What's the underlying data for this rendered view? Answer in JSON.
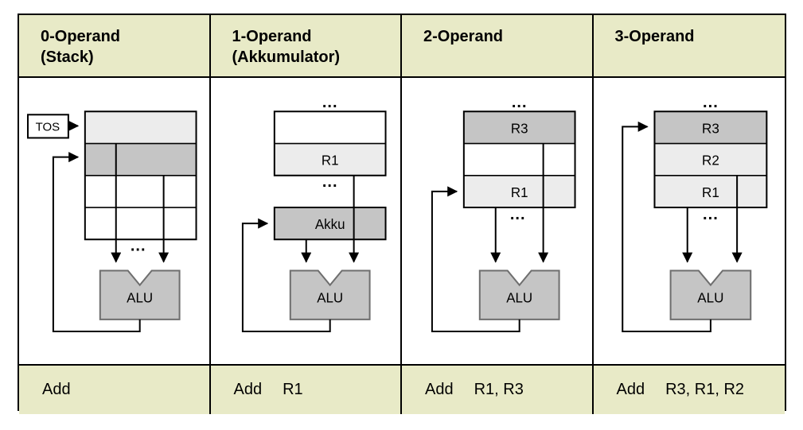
{
  "colors": {
    "header_bg": "#e8eac7",
    "register_light": "#ececec",
    "register_dark": "#c5c5c5",
    "alu_fill": "#c5c5c5",
    "line": "#000000"
  },
  "columns": [
    {
      "header_line1": "0-Operand",
      "header_line2": "(Stack)",
      "diagram": {
        "tos": "TOS",
        "dots_bottom": "...",
        "alu": "ALU"
      },
      "instruction": {
        "mnemonic": "Add",
        "operands": ""
      }
    },
    {
      "header_line1": "1-Operand",
      "header_line2": "(Akkumulator)",
      "diagram": {
        "dots_top": "...",
        "r1": "R1",
        "dots_mid": "...",
        "akku": "Akku",
        "alu": "ALU"
      },
      "instruction": {
        "mnemonic": "Add",
        "operands": "R1"
      }
    },
    {
      "header_line1": "2-Operand",
      "header_line2": "",
      "diagram": {
        "dots_top": "...",
        "r3": "R3",
        "r1": "R1",
        "dots_bottom": "...",
        "alu": "ALU"
      },
      "instruction": {
        "mnemonic": "Add",
        "operands": "R1, R3"
      }
    },
    {
      "header_line1": "3-Operand",
      "header_line2": "",
      "diagram": {
        "dots_top": "...",
        "r3": "R3",
        "r2": "R2",
        "r1": "R1",
        "dots_bottom": "...",
        "alu": "ALU"
      },
      "instruction": {
        "mnemonic": "Add",
        "operands": "R3, R1, R2"
      }
    }
  ]
}
